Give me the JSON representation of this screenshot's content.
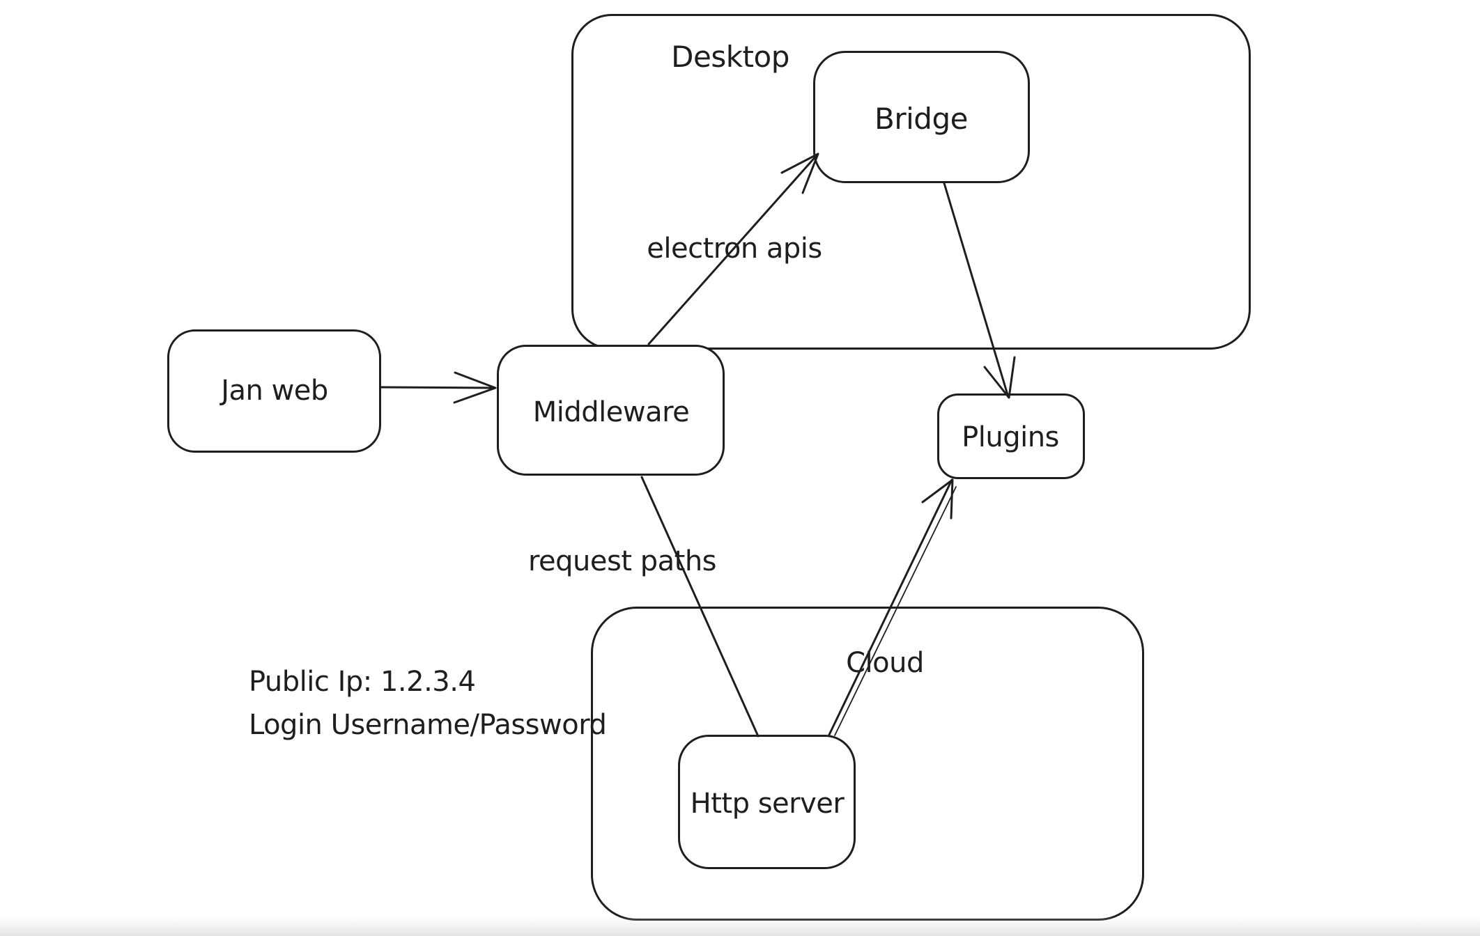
{
  "canvas": {
    "background": "#ffffff",
    "ink": "#1e1e1e"
  },
  "containers": {
    "desktop": {
      "label": "Desktop"
    },
    "cloud": {
      "label": "Cloud"
    }
  },
  "nodes": {
    "jan_web": {
      "label": "Jan web"
    },
    "middleware": {
      "label": "Middleware"
    },
    "bridge": {
      "label": "Bridge"
    },
    "plugins": {
      "label": "Plugins"
    },
    "http_server": {
      "label": "Http server"
    }
  },
  "edges": [
    {
      "from": "Jan web",
      "to": "Middleware",
      "label": "",
      "arrowhead": true
    },
    {
      "from": "Middleware",
      "to": "Bridge",
      "label": "electron apis",
      "arrowhead": true
    },
    {
      "from": "Bridge",
      "to": "Plugins",
      "label": "",
      "arrowhead": true
    },
    {
      "from": "Middleware",
      "to": "Http server",
      "label": "request paths",
      "arrowhead": false
    },
    {
      "from": "Http server",
      "to": "Plugins",
      "label": "",
      "arrowhead": true
    }
  ],
  "annotation": {
    "line1": "Public Ip: 1.2.3.4",
    "line2": "Login Username/Password"
  }
}
